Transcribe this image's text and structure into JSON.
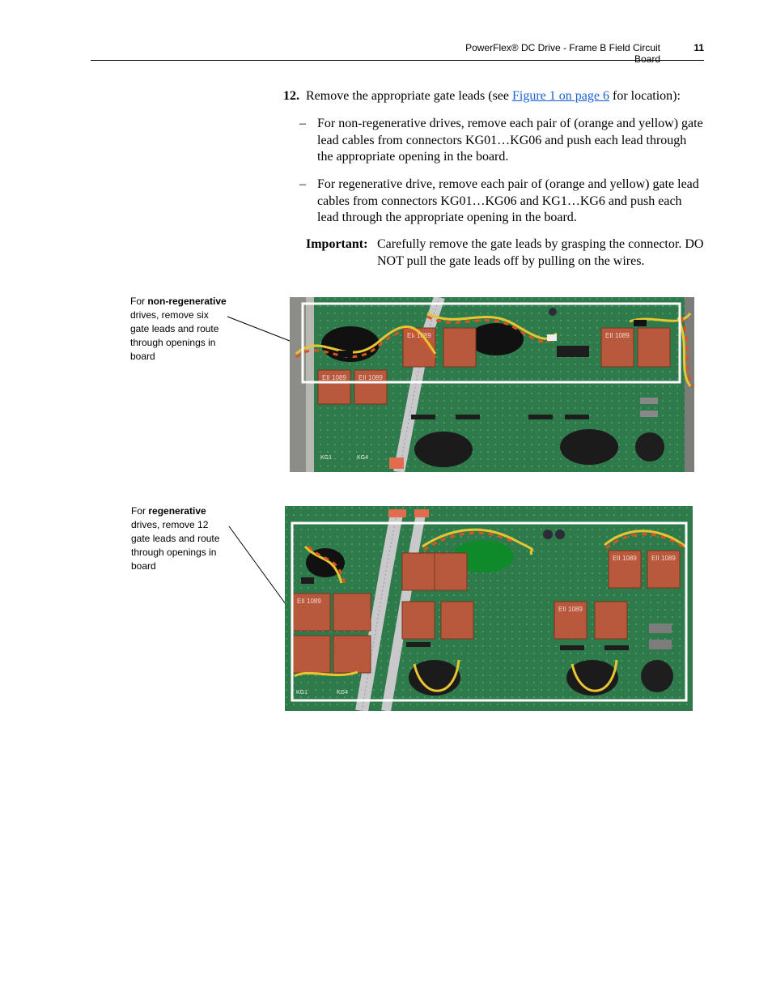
{
  "header": {
    "title": "PowerFlex® DC Drive - Frame B Field Circuit Board",
    "page_number": "11"
  },
  "step": {
    "number": "12.",
    "text_before": "Remove the appropriate gate leads (see ",
    "link_text": "Figure 1 on page 6",
    "text_after": " for location):"
  },
  "bullets": [
    {
      "dash": "–",
      "text": "For non-regenerative drives, remove each pair of (orange and yellow) gate lead cables from connectors KG01…KG06 and push each lead through the appropriate opening in the board."
    },
    {
      "dash": "–",
      "text": "For regenerative drive, remove each pair of (orange and yellow) gate lead cables from connectors KG01…KG06 and KG1…KG6 and push each lead through the appropriate opening in the board."
    }
  ],
  "important": {
    "label": "Important:",
    "text": "Carefully remove the gate leads by grasping the connector. DO NOT pull the gate leads off by pulling on the wires."
  },
  "callouts": {
    "top": {
      "prefix": "For ",
      "bold": "non-regenerative",
      "rest": "drives, remove six gate leads and route through openings in board"
    },
    "bottom": {
      "prefix": "For ",
      "bold": "regenerative",
      "rest": "drives, remove 12 gate leads and route through openings in board"
    }
  },
  "photo_labels": {
    "relay": "EII 1089",
    "kg1": "KG1",
    "kg4": "KG4"
  },
  "colors": {
    "board_green": "#2f7a4a",
    "relay_orange": "#b8583c",
    "wire_yellow": "#e8c531",
    "wire_orange": "#d9541e",
    "highlight_frame": "#ffffff",
    "link_blue": "#1a5fd6"
  }
}
